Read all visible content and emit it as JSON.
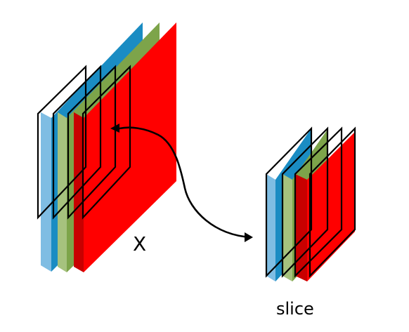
{
  "labels": {
    "tensor": "X",
    "slice": "slice"
  },
  "colors": {
    "blue_front": "#1A8CC3",
    "blue_side": "#7FBDE3",
    "green_front": "#7DA44A",
    "green_side": "#A6C27E",
    "red_front": "#FF0000",
    "red_side": "#C80000",
    "outline": "#000000",
    "background": "#FFFFFF"
  },
  "icons": {
    "arrow": "curved-arrow"
  }
}
